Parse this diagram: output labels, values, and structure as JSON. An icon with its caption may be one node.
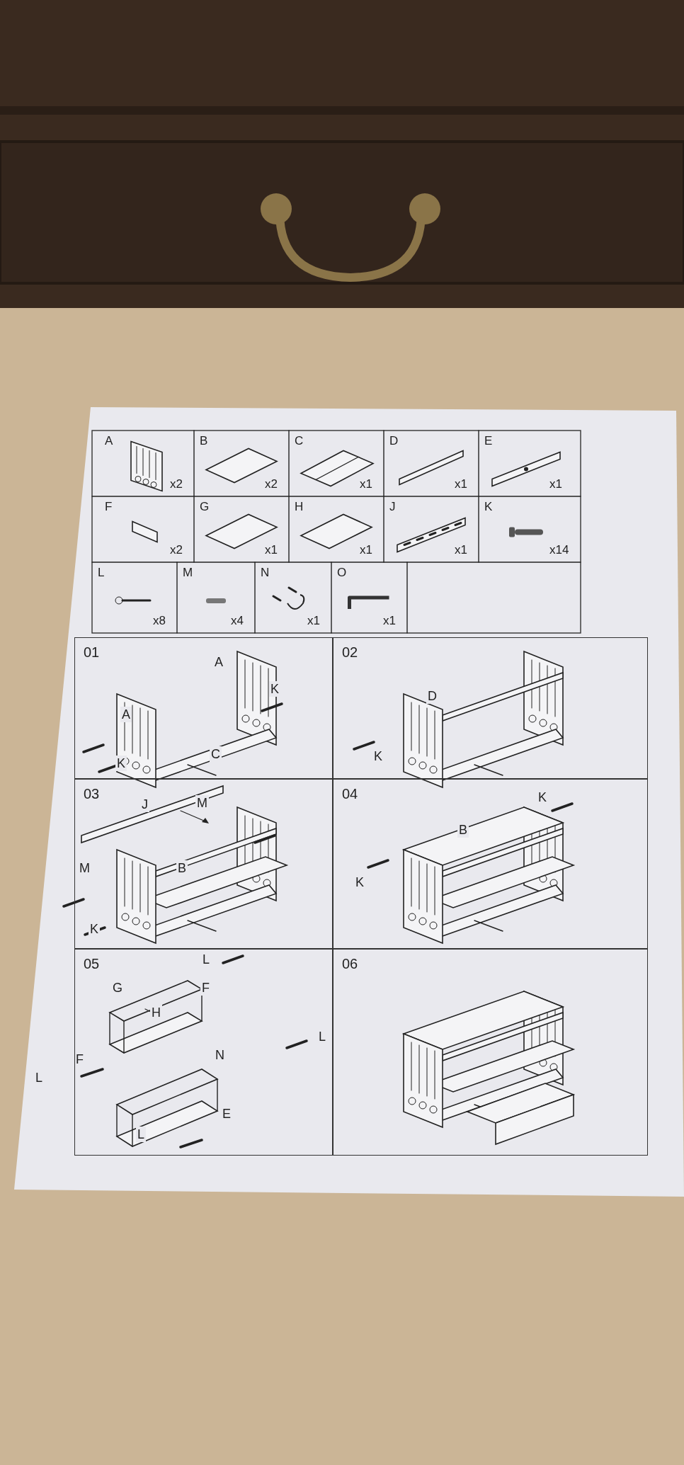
{
  "diagram": {
    "nodes": [
      {
        "text": [
          "01"
        ]
      },
      {
        "text": [
          "02"
        ]
      },
      {
        "text": [
          "03"
        ]
      },
      {
        "text": [
          "04"
        ]
      },
      {
        "text": [
          "05"
        ]
      },
      {
        "text": [
          "06"
        ]
      }
    ],
    "labels": [
      "A",
      "x2",
      "B",
      "x2",
      "C",
      "x1",
      "D",
      "x1",
      "E",
      "x1",
      "F",
      "x2",
      "G",
      "x1",
      "H",
      "x1",
      "J",
      "x1",
      "K",
      "x14",
      "L",
      "x8",
      "M",
      "x4",
      "N",
      "x1",
      "O",
      "x1",
      "A",
      "K",
      "A",
      "C",
      "K",
      "D",
      "K",
      "J",
      "M",
      "M",
      "B",
      "K",
      "K",
      "B",
      "K",
      "L",
      "G",
      "F",
      "H",
      "L",
      "N",
      "F",
      "L",
      "E",
      "L"
    ]
  }
}
